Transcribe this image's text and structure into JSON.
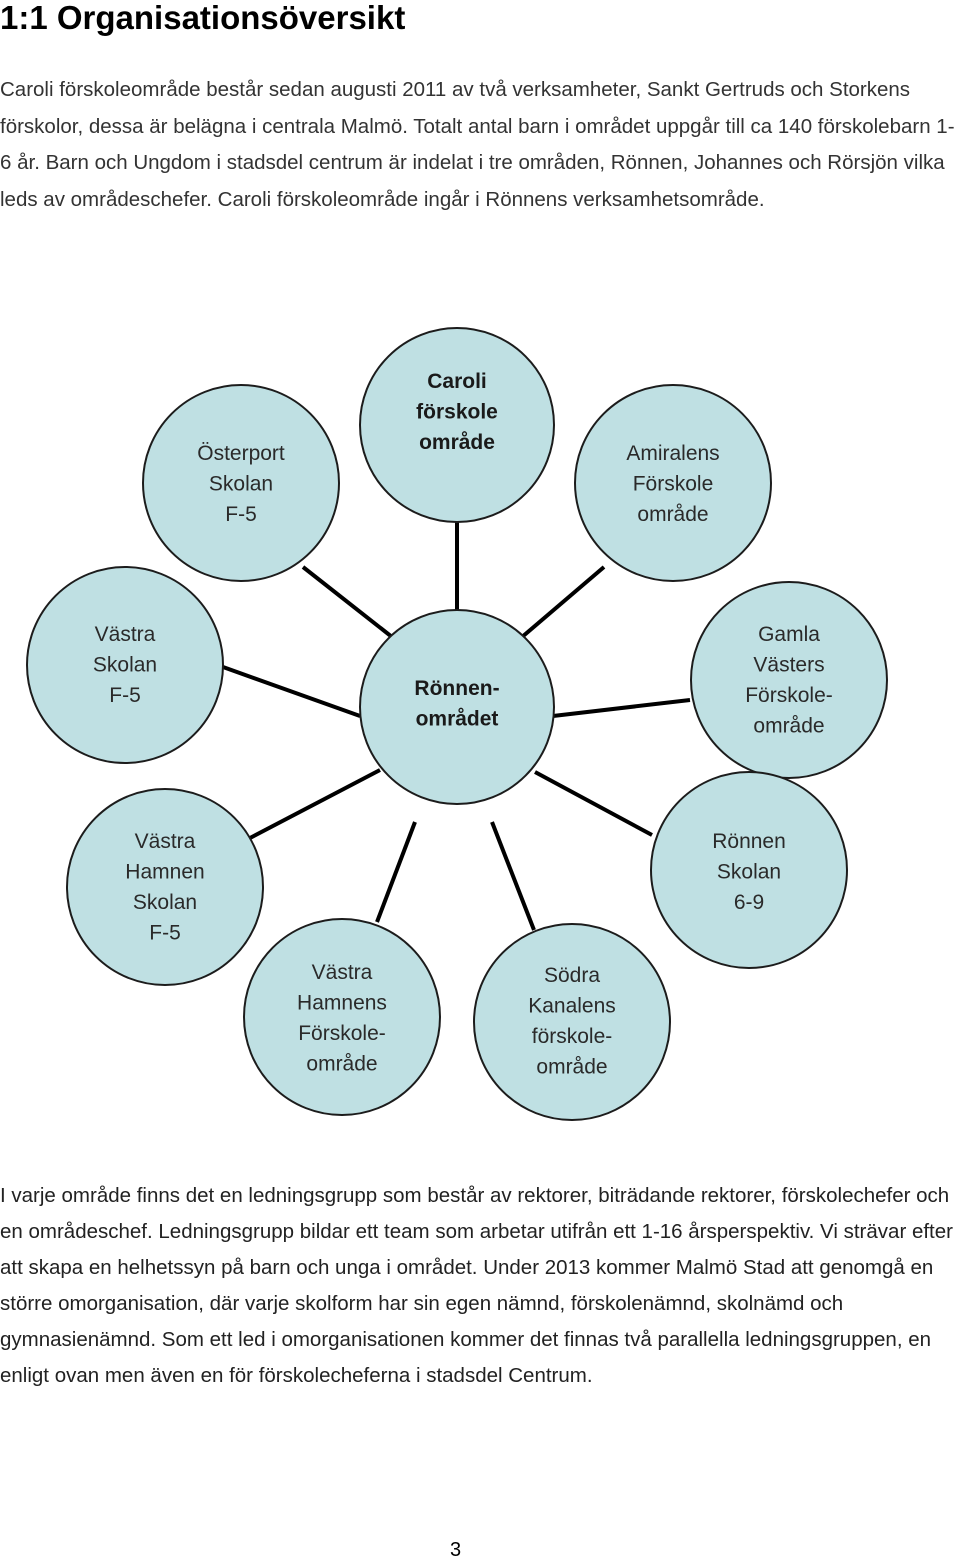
{
  "heading": "1:1 Organisationsöversikt",
  "intro": "Caroli förskoleområde består sedan augusti 2011 av två verksamheter, Sankt Gertruds och Storkens förskolor, dessa är belägna  i centrala Malmö. Totalt antal barn i området uppgår till ca 140 förskolebarn 1-6 år. Barn och Ungdom i stadsdel centrum är indelat i tre områden, Rönnen, Johannes och Rörsjön vilka leds av områdeschefer. Caroli förskoleområde ingår i Rönnens verksamhetsområde.",
  "diagram": {
    "center": {
      "lines": [
        "Rönnen-",
        "området"
      ]
    },
    "nodes": [
      {
        "id": "caroli",
        "lines": [
          "Caroli",
          "förskole",
          "område"
        ],
        "bold": true
      },
      {
        "id": "osterport",
        "lines": [
          "Österport",
          "Skolan",
          "F-5"
        ]
      },
      {
        "id": "amiralens",
        "lines": [
          "Amiralens",
          "Förskole",
          "område"
        ]
      },
      {
        "id": "vastra-skolan",
        "lines": [
          "Västra",
          "Skolan",
          "F-5"
        ]
      },
      {
        "id": "gamla-vasters",
        "lines": [
          "Gamla",
          "Västers",
          "Förskole-",
          "område"
        ]
      },
      {
        "id": "vastra-hamnen-skolan",
        "lines": [
          "Västra",
          "Hamnen",
          "Skolan",
          "F-5"
        ]
      },
      {
        "id": "ronnen-skolan",
        "lines": [
          "Rönnen",
          "Skolan",
          "6-9"
        ]
      },
      {
        "id": "vastra-hamnens-forskole",
        "lines": [
          "Västra",
          "Hamnens",
          "Förskole-",
          "område"
        ]
      },
      {
        "id": "sodra-kanalens",
        "lines": [
          "Södra",
          "Kanalens",
          "förskole-",
          "område"
        ]
      }
    ],
    "colors": {
      "fill": "#bfe0e3",
      "stroke": "#1c1c1c",
      "line": "#000000"
    }
  },
  "body_text": "I varje område finns det en ledningsgrupp som består av rektorer, biträdande rektorer, förskolechefer och en områdeschef. Ledningsgrupp bildar ett team som arbetar utifrån ett 1-16 årsperspektiv. Vi strävar efter att skapa en helhetssyn på barn och unga i området. Under 2013 kommer Malmö Stad att genomgå en större omorganisation, där varje skolform har sin egen nämnd, förskolenämnd, skolnämd och gymnasienämnd.  Som ett led i omorganisationen kommer det finnas två parallella ledningsgruppen, en enligt ovan men även en för förskolecheferna i stadsdel Centrum.",
  "page_number": "3"
}
